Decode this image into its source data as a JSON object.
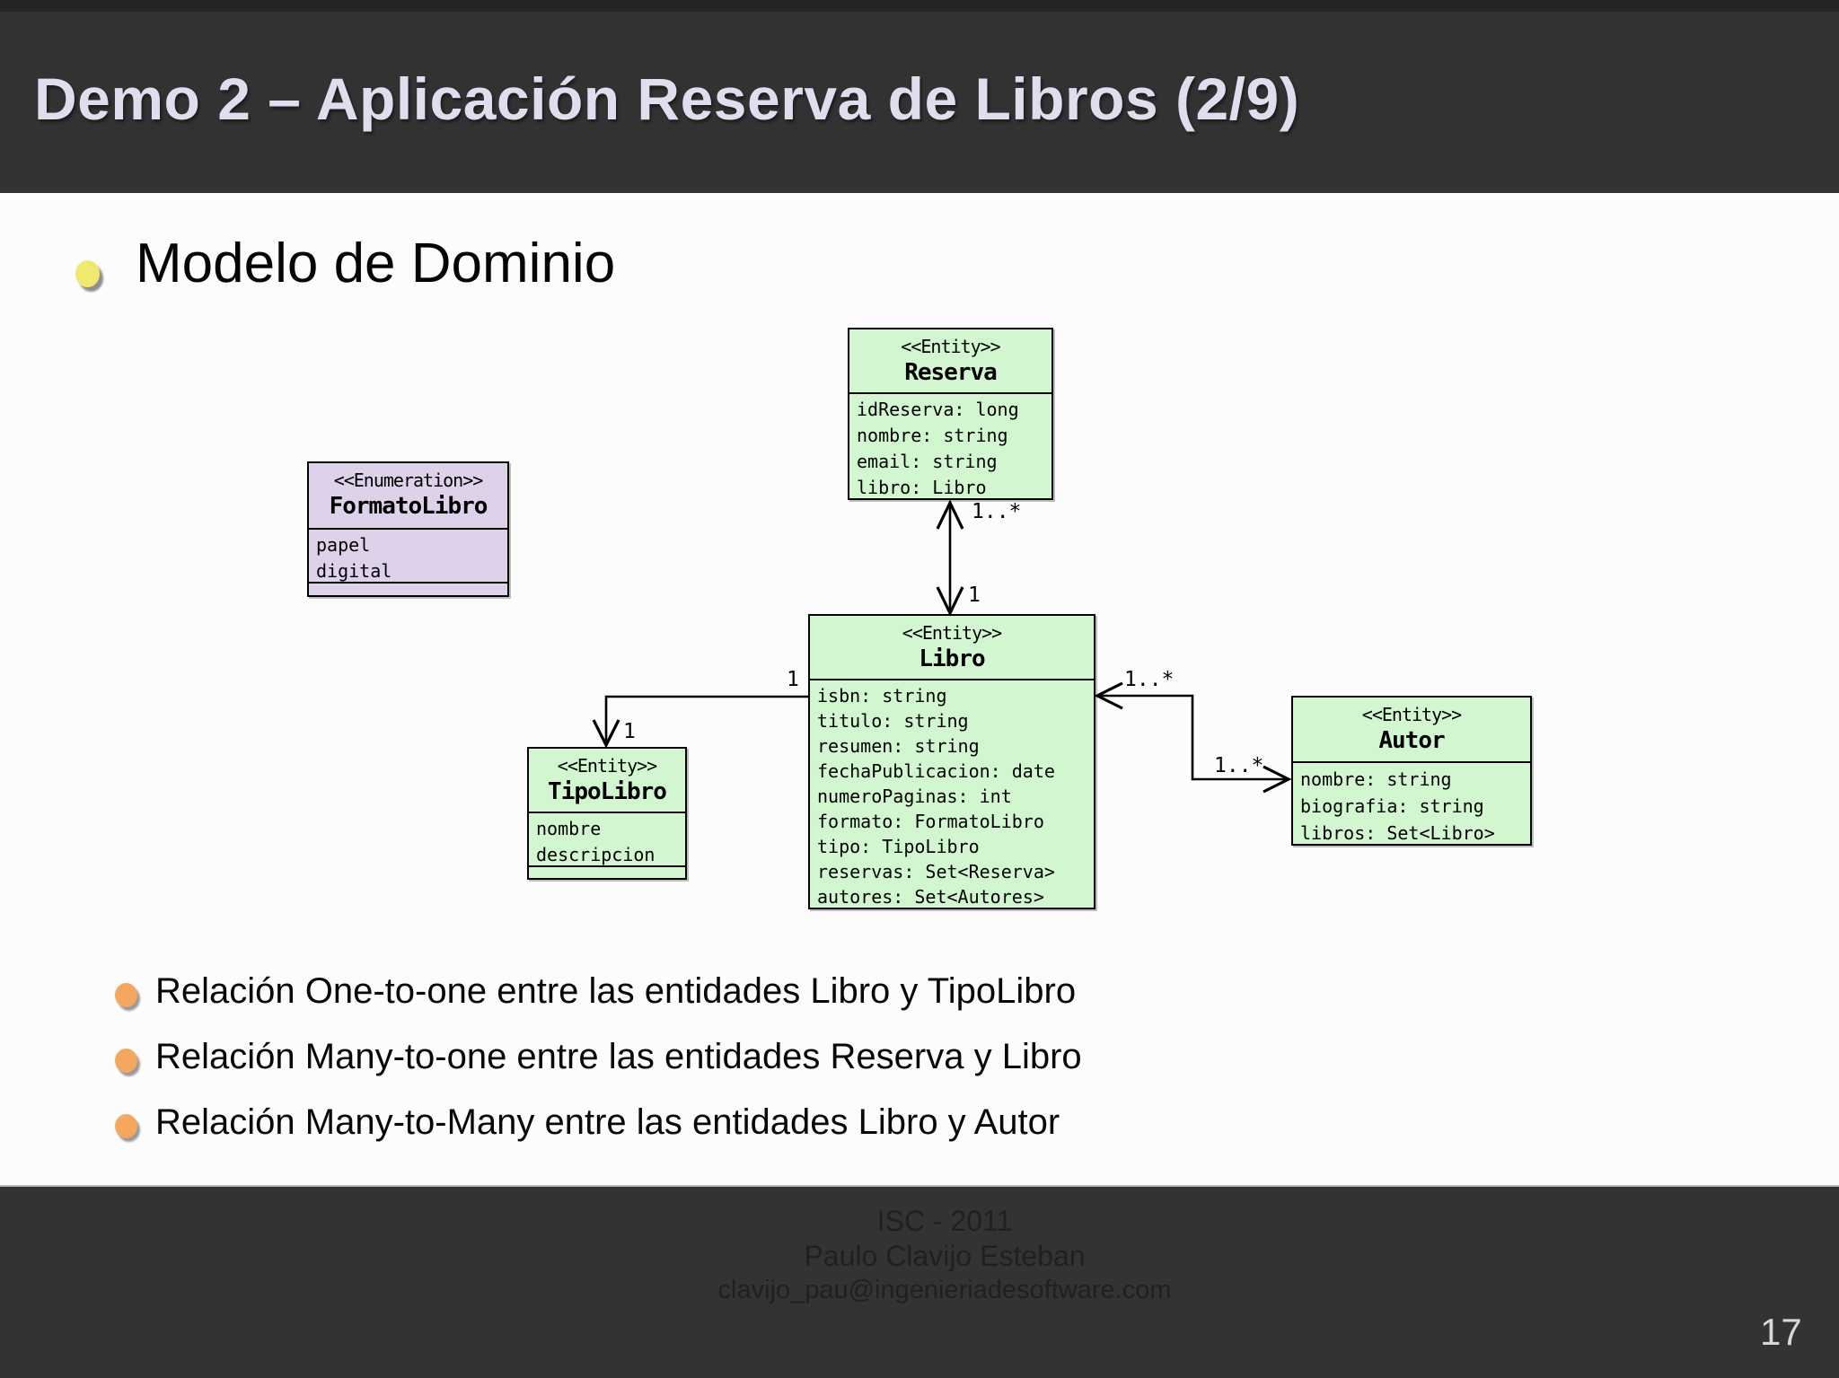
{
  "slide": {
    "title": "Demo 2 – Aplicación Reserva de Libros (2/9)",
    "heading": "Modelo de Dominio",
    "bullets": [
      "Relación One-to-one entre las entidades Libro y TipoLibro",
      "Relación Many-to-one entre las entidades Reserva y Libro",
      "Relación Many-to-Many entre las entidades Libro y Autor"
    ],
    "page_number": "17"
  },
  "diagram": {
    "classes": [
      {
        "id": "reserva",
        "kind": "entity",
        "stereotype": "<<Entity>>",
        "name": "Reserva",
        "attributes": [
          "idReserva: long",
          "nombre: string",
          "email: string",
          "libro: Libro"
        ]
      },
      {
        "id": "formatolibro",
        "kind": "enumeration",
        "stereotype": "<<Enumeration>>",
        "name": "FormatoLibro",
        "attributes": [
          "papel",
          "digital"
        ]
      },
      {
        "id": "libro",
        "kind": "entity",
        "stereotype": "<<Entity>>",
        "name": "Libro",
        "attributes": [
          "isbn: string",
          "titulo: string",
          "resumen: string",
          "fechaPublicacion: date",
          "numeroPaginas: int",
          "formato: FormatoLibro",
          "tipo: TipoLibro",
          "reservas: Set<Reserva>",
          "autores: Set<Autores>"
        ]
      },
      {
        "id": "tipolibro",
        "kind": "entity",
        "stereotype": "<<Entity>>",
        "name": "TipoLibro",
        "attributes": [
          "nombre",
          "descripcion"
        ]
      },
      {
        "id": "autor",
        "kind": "entity",
        "stereotype": "<<Entity>>",
        "name": "Autor",
        "attributes": [
          "nombre: string",
          "biografia: string",
          "libros: Set<Libro>"
        ]
      }
    ],
    "relations": [
      {
        "from": "Reserva",
        "to": "Libro",
        "type": "bidirectional",
        "labels": [
          "1..*",
          "1"
        ]
      },
      {
        "from": "Libro",
        "to": "TipoLibro",
        "type": "directed",
        "labels": [
          "1",
          "1"
        ]
      },
      {
        "from": "Libro",
        "to": "Autor",
        "type": "bidirectional",
        "labels": [
          "1..*",
          "1..*"
        ]
      }
    ],
    "colors": {
      "entity_fill": "#d2f7d0",
      "enumeration_fill": "#ddd2e9",
      "border": "#000000"
    }
  },
  "footer": {
    "lines": [
      "ISC - 2011",
      "Paulo Clavijo Esteban",
      "clavijo_pau@ingenieriadesoftware.com"
    ]
  },
  "colors": {
    "header_bg": "#323232",
    "footer_bg": "#333333",
    "title_text": "#dfddee",
    "heading_bullet": "#f1e96f",
    "sub_bullet": "#f3a75f"
  }
}
